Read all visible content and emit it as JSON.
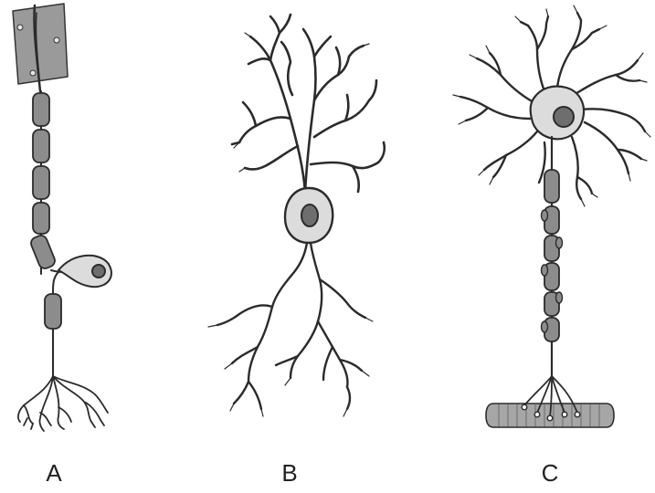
{
  "figures": [
    {
      "id": "a",
      "label": "A"
    },
    {
      "id": "b",
      "label": "B"
    },
    {
      "id": "c",
      "label": "C"
    }
  ],
  "colors": {
    "line": "#2b2b2b",
    "myelin": "#8c8c8c",
    "soma": "#dcdcdc",
    "nucleus": "#6e6e6e",
    "tissue": "#9a9a9a",
    "muscle": "#a6a6a6"
  }
}
